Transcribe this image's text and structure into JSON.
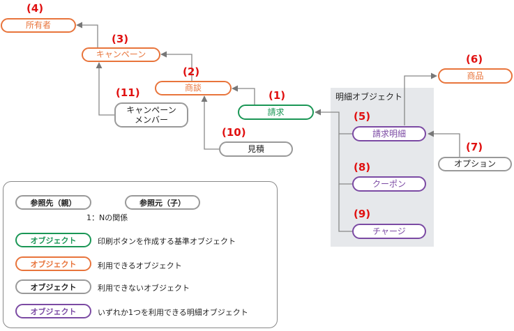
{
  "detail_group": {
    "title": "明細オブジェクト"
  },
  "nodes": {
    "owner": {
      "num": "(4)",
      "label": "所有者"
    },
    "campaign": {
      "num": "(3)",
      "label": "キャンペーン"
    },
    "opportunity": {
      "num": "(2)",
      "label": "商談"
    },
    "invoice": {
      "num": "(1)",
      "label": "請求"
    },
    "campaign_member": {
      "num": "(11)",
      "label": "キャンペーン\nメンバー"
    },
    "quote": {
      "num": "(10)",
      "label": "見積"
    },
    "product": {
      "num": "(6)",
      "label": "商品"
    },
    "invoice_detail": {
      "num": "(5)",
      "label": "請求明細"
    },
    "option": {
      "num": "(7)",
      "label": "オプション"
    },
    "coupon": {
      "num": "(8)",
      "label": "クーポン"
    },
    "charge": {
      "num": "(9)",
      "label": "チャージ"
    }
  },
  "legend": {
    "ref_parent": "参照先（親）",
    "ref_child": "参照元（子）",
    "relation": "1：Nの関係",
    "chip_label": "オブジェクト",
    "green_desc": "印刷ボタンを作成する基準オブジェクト",
    "orange_desc": "利用できるオブジェクト",
    "gray_desc": "利用できないオブジェクト",
    "purple_desc": "いずれか1つを利用できる明細オブジェクト"
  },
  "colors": {
    "orange": "#e8743b",
    "green": "#1a9655",
    "gray": "#999999",
    "purple": "#7b4aa3",
    "number_red": "#e01010"
  }
}
